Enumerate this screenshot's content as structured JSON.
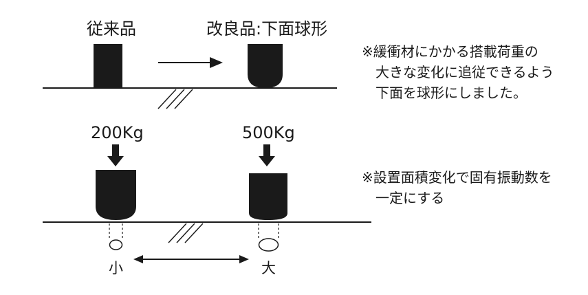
{
  "colors": {
    "ink": "#1a1a1a",
    "background": "#ffffff"
  },
  "top": {
    "conventional_label": "従来品",
    "improved_label": "改良品:下面球形",
    "note_lines": [
      "※緩衝材にかかる搭載荷重の",
      "　大きな変化に追従できるよう",
      "　下面を球形にしました。"
    ]
  },
  "bottom": {
    "load_left": "200Kg",
    "load_right": "500Kg",
    "area_small": "小",
    "area_large": "大",
    "note_lines": [
      "※設置面積変化で固有振動数を",
      "　一定にする"
    ]
  }
}
